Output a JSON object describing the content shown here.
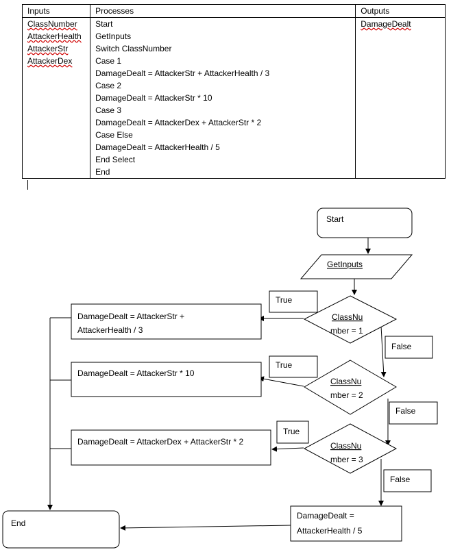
{
  "table": {
    "headers": {
      "inputs": "Inputs",
      "processes": "Processes",
      "outputs": "Outputs"
    },
    "inputs": [
      "ClassNumber",
      "AttackerHealth",
      "AttackerStr",
      "AttackerDex"
    ],
    "processes": [
      "Start",
      "GetInputs",
      "Switch ClassNumber",
      "Case 1",
      "DamageDealt = AttackerStr + AttackerHealth / 3",
      "Case 2",
      "DamageDealt = AttackerStr * 10",
      "Case 3",
      "DamageDealt = AttackerDex + AttackerStr * 2",
      "Case Else",
      "DamageDealt = AttackerHealth / 5",
      "End Select",
      "End"
    ],
    "outputs": [
      "DamageDealt"
    ]
  },
  "flow": {
    "start": "Start",
    "get_inputs": "GetInputs",
    "decision1": [
      "ClassNu",
      "mber = 1"
    ],
    "decision2": [
      "ClassNu",
      "mber = 2"
    ],
    "decision3": [
      "ClassNu",
      "mber = 3"
    ],
    "true1": "True",
    "true2": "True",
    "true3": "True",
    "false1": "False",
    "false2": "False",
    "false3": "False",
    "process1": [
      "DamageDealt = AttackerStr +",
      "AttackerHealth / 3"
    ],
    "process2": "DamageDealt = AttackerStr * 10",
    "process3": "DamageDealt = AttackerDex + AttackerStr * 2",
    "process4": [
      "DamageDealt =",
      "AttackerHealth / 5"
    ],
    "end": "End"
  }
}
